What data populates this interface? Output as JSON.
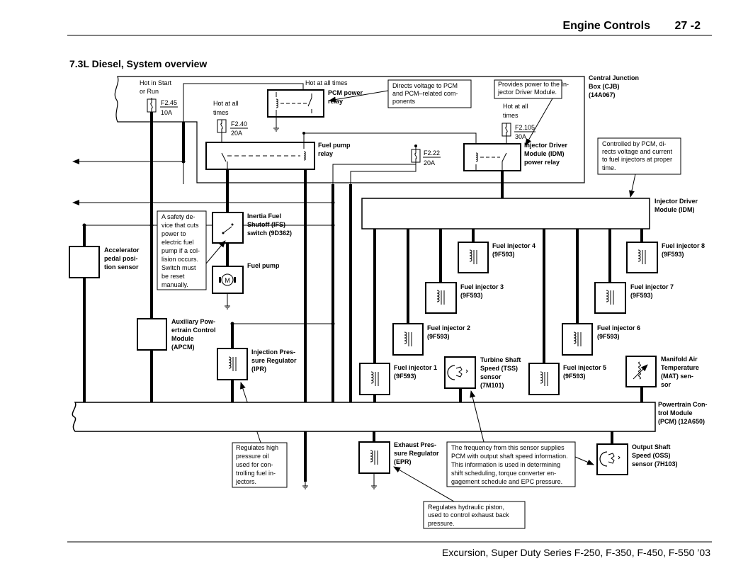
{
  "header": {
    "section_title": "Engine Controls",
    "page_number": "27 -2",
    "subtitle": "7.3L Diesel, System overview",
    "footer": "Excursion, Super Duty Series F-250, F-350, F-450, F-550 ’03"
  },
  "cjb": {
    "label": [
      "Central Junction",
      "Box (CJB)",
      "(14A067)"
    ],
    "hot_start_run": [
      "Hot in Start",
      "or Run"
    ],
    "hot_always_1": "Hot at all times",
    "hot_always_2": [
      "Hot at all",
      "times"
    ],
    "hot_always_3": [
      "Hot at all",
      "times"
    ],
    "fuse_245": {
      "id": "F2.45",
      "amps": "10A"
    },
    "fuse_240": {
      "id": "F2.40",
      "amps": "20A"
    },
    "fuse_222": {
      "id": "F2.22",
      "amps": "20A"
    },
    "fuse_2105": {
      "id": "F2.105",
      "amps": "30A"
    },
    "pcm_relay": [
      "PCM power",
      "relay"
    ],
    "fuel_pump_relay": [
      "Fuel pump",
      "relay"
    ],
    "idm_relay": [
      "Injector Driver",
      "Module (IDM)",
      "power relay"
    ]
  },
  "notes": {
    "pcm_voltage": [
      "Directs voltage to PCM",
      "and PCM–related com-",
      "ponents"
    ],
    "idm_power": [
      "Provides power to the In-",
      "jector Driver Module."
    ],
    "idm_control": [
      "Controlled by PCM, di-",
      "rects voltage and current",
      "to fuel injectors at proper",
      "time."
    ],
    "ifs_safety": [
      "A safety de-",
      "vice that cuts",
      "power to",
      "electric fuel",
      "pump if a col-",
      "lision occurs.",
      "Switch must",
      "be reset",
      "manually."
    ],
    "ipr_note": [
      "Regulates high",
      "pressure oil",
      "used for con-",
      "trolling fuel in-",
      "jectors."
    ],
    "tss_note": [
      "The frequency from this sensor supplies",
      "PCM with output shaft speed information.",
      "This information is used in determining",
      "shift scheduling, torque converter en-",
      "gagement schedule and EPC pressure."
    ],
    "epr_note": [
      "Regulates hydraulic piston,",
      "used to control exhaust back",
      "pressure."
    ]
  },
  "components": {
    "idm": [
      "Injector Driver",
      "Module (IDM)"
    ],
    "ifs": [
      "Inertia Fuel",
      "Shutoff (IFS)",
      "switch (9D362)"
    ],
    "fuel_pump": [
      "Fuel pump"
    ],
    "app_sensor": [
      "Accelerator",
      "pedal posi-",
      "tion sensor"
    ],
    "apcm": [
      "Auxiliary Pow-",
      "ertrain Control",
      "Module",
      "(APCM)"
    ],
    "ipr": [
      "Injection Pres-",
      "sure Regulator",
      "(IPR)"
    ],
    "pcm": [
      "Powertrain Con-",
      "trol Module",
      "(PCM) (12A650)"
    ],
    "epr": [
      "Exhaust Pres-",
      "sure Regulator",
      "(EPR)"
    ],
    "tss": [
      "Turbine Shaft",
      "Speed (TSS)",
      "sensor",
      "(7M101)"
    ],
    "oss": [
      "Output Shaft",
      "Speed (OSS)",
      "sensor (7H103)"
    ],
    "mat": [
      "Manifold Air",
      "Temperature",
      "(MAT) sen-",
      "sor"
    ],
    "motor_symbol": "M",
    "injectors": [
      {
        "name": "Fuel injector 1",
        "part": "(9F593)"
      },
      {
        "name": "Fuel injector 2",
        "part": "(9F593)"
      },
      {
        "name": "Fuel injector 3",
        "part": "(9F593)"
      },
      {
        "name": "Fuel injector 4",
        "part": "(9F593)"
      },
      {
        "name": "Fuel injector 5",
        "part": "(9F593)"
      },
      {
        "name": "Fuel injector 6",
        "part": "(9F593)"
      },
      {
        "name": "Fuel injector 7",
        "part": "(9F593)"
      },
      {
        "name": "Fuel injector 8",
        "part": "(9F593)"
      }
    ]
  }
}
